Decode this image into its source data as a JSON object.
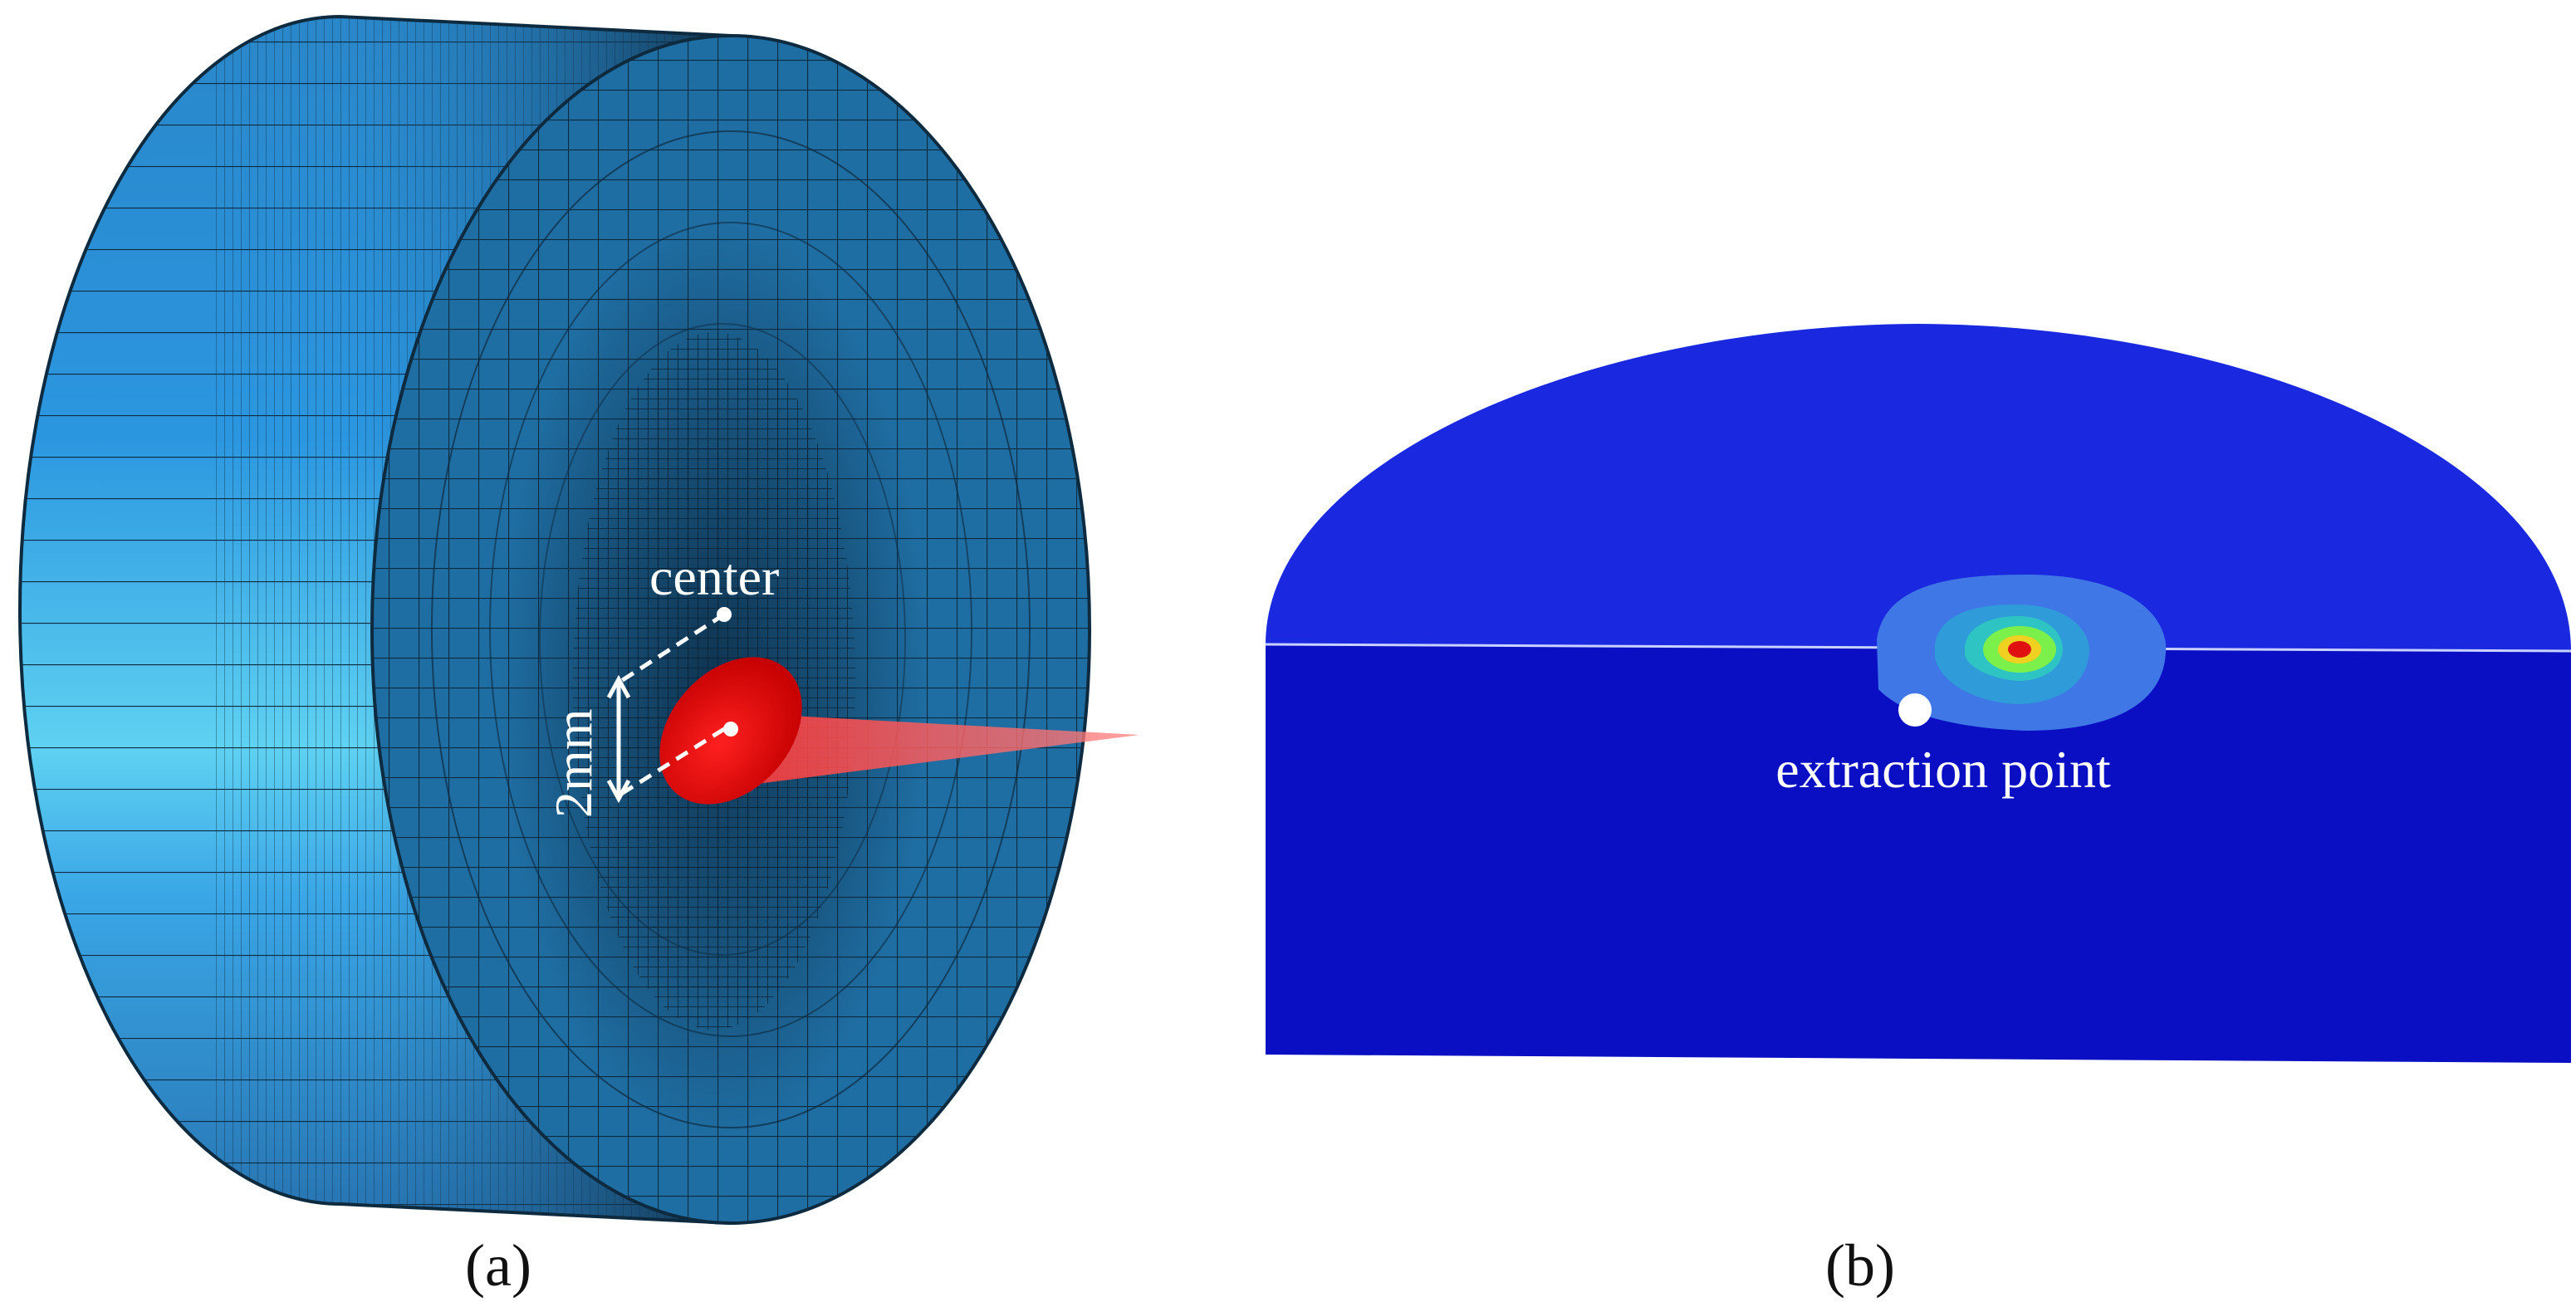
{
  "panel_a": {
    "caption": "(a)",
    "labels": {
      "center": "center",
      "dimension": "2mm"
    },
    "colors": {
      "mesh_face": "#1f6ea3",
      "mesh_side": "#2b8fd6",
      "mesh_line": "#0e2a3f",
      "laser_spot": "#e01010",
      "laser_beam": "#ff6a6a",
      "annotation": "#ffffff"
    }
  },
  "panel_b": {
    "caption": "(b)",
    "labels": {
      "extraction_point": "extraction point"
    },
    "colors": {
      "upper_region": "#1a28e0",
      "lower_region": "#0a0fc4",
      "contour_outer": "#3f78e6",
      "contour_mid": "#2ec4c4",
      "contour_inner": "#7cf04a",
      "contour_hot": "#e01010",
      "marker": "#ffffff"
    }
  }
}
